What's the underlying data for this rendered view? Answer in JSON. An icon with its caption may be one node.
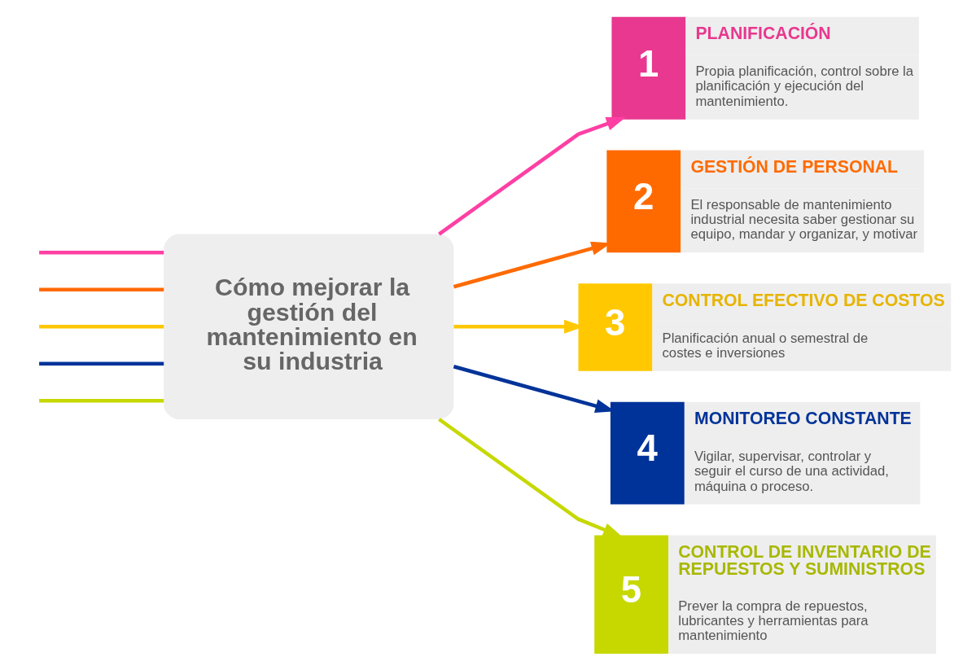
{
  "diagram": {
    "nodes": [
      {
        "text": [
          "Cómo mejorar la gestión del mantenimiento en su industria"
        ]
      },
      {
        "text": [
          "1",
          "PLANIFICACIÓN",
          "Propia planificación, control sobre la planificación y ejecución del mantenimiento."
        ]
      },
      {
        "text": [
          "2",
          "GESTIÓN DE PERSONAL",
          "El responsable de mantenimiento industrial necesita saber gestionar su equipo, mandar y organizar, y motivar"
        ]
      },
      {
        "text": [
          "3",
          "CONTROL EFECTIVO DE COSTOS",
          "Planificación anual o semestral de costes e inversiones"
        ]
      },
      {
        "text": [
          "4",
          "MONITOREO CONSTANTE",
          "Vigilar, supervisar, controlar y seguir el curso de una actividad, máquina o proceso."
        ]
      },
      {
        "text": [
          "5",
          "CONTROL DE INVENTARIO DE REPUESTOS Y SUMINISTROS",
          "Prever la compra de repuestos, lubricantes y herramientas para mantenimiento"
        ]
      }
    ],
    "edges": [
      {
        "from": null,
        "to": 0,
        "arrow": "none",
        "color": "#ff3fa4"
      },
      {
        "from": null,
        "to": 0,
        "arrow": "none",
        "color": "#ff6a00"
      },
      {
        "from": null,
        "to": 0,
        "arrow": "none",
        "color": "#ffc800"
      },
      {
        "from": null,
        "to": 0,
        "arrow": "none",
        "color": "#003399"
      },
      {
        "from": null,
        "to": 0,
        "arrow": "none",
        "color": "#c6d800"
      },
      {
        "from": 0,
        "to": 1,
        "arrow": "to",
        "color": "#ff3fa4"
      },
      {
        "from": 0,
        "to": 2,
        "arrow": "to",
        "color": "#ff6a00"
      },
      {
        "from": 0,
        "to": 3,
        "arrow": "to",
        "color": "#ffc800"
      },
      {
        "from": 0,
        "to": 4,
        "arrow": "to",
        "color": "#003399"
      },
      {
        "from": 0,
        "to": 5,
        "arrow": "to",
        "color": "#c6d800"
      }
    ]
  }
}
